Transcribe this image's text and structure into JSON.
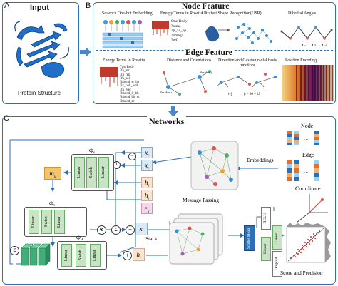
{
  "panels": {
    "a": {
      "letter": "A",
      "title": "Input",
      "caption": "Protein Structure"
    },
    "b": {
      "letter": "B",
      "node_title": "Node Feature",
      "edge_title": "Edge Feature",
      "node_items": [
        "Squence One-hot Embedding",
        "Energy Terms in Rosetta",
        "Ultrafast Shape Recognition(USR)",
        "Dihedral Angles"
      ],
      "node_energy_list": [
        "One Body",
        "?rama",
        "?p_aa_pp",
        "?omega",
        "?ref"
      ],
      "edge_items": [
        "Energy Terms in Rosetta",
        "Distance and Orientations",
        "Direction and Gassian radial basis functions",
        "Position Encoding"
      ],
      "edge_energy_list": [
        "Two Body",
        "?fa_atr",
        "?fa_rep",
        "?fa_sol",
        "?hbond_sr_bb",
        "?lk_ball_wtd",
        "?fa_elec",
        "?hbond_lr_bb",
        "?hbond_bb_sc",
        "?hbond_sc"
      ],
      "residue_labels": [
        "Residue i",
        "Residue j"
      ],
      "angle_labels": [
        "i≠j",
        "β = 30 ~ 45"
      ]
    },
    "c": {
      "letter": "C",
      "title": "Networks",
      "vars": {
        "x_i": "x",
        "x_j": "x",
        "h_i": "h",
        "h_j": "h",
        "e_ij": "e",
        "m_ij": "m",
        "x_next": "x",
        "h_next": "h"
      },
      "phi_e": "Φₑ",
      "phi_x": "Φₓ",
      "phi_h": "Φₕ",
      "block_words": [
        "Linear",
        "Swish",
        "Linear"
      ],
      "message_passing": "Message Passing",
      "embeddings": "Embeddings",
      "legend": [
        "Node",
        "Edge",
        "Coordinate"
      ],
      "stack": "Stack",
      "head_blocks": [
        "Scatter Mean",
        "RELU",
        "Linear",
        "Linear",
        "Dropout"
      ],
      "score_label": "Score and Precision"
    }
  },
  "colors": {
    "accent": "#2c6fb2",
    "arrow": "#4a86c8",
    "block": "#c9e4c5",
    "m_block": "#f2c46d"
  }
}
